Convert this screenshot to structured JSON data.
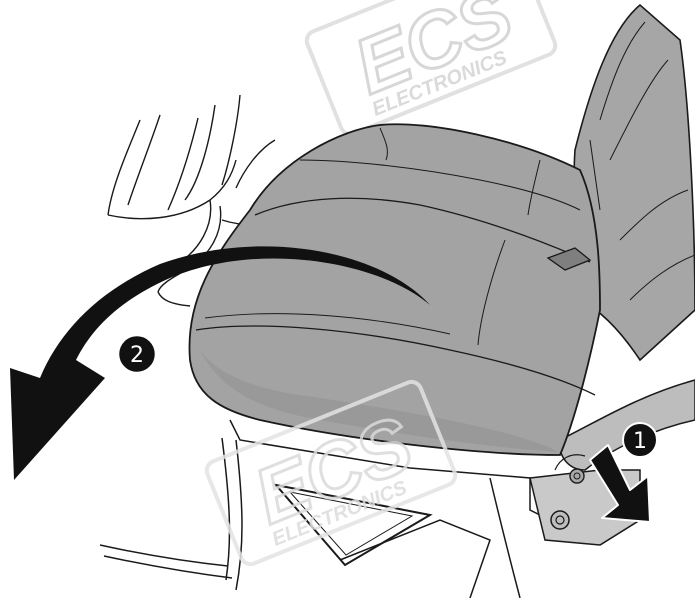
{
  "steps": [
    {
      "label": "1"
    },
    {
      "label": "2"
    }
  ],
  "watermark": {
    "logo": "ECS",
    "text": "ELECTRONICS"
  },
  "colors": {
    "seat_fill": "#a3a3a3",
    "seat_shade": "#8e8e8e",
    "seat_light": "#b5b5b5",
    "outline": "#1a1a1a",
    "arrow": "#111111",
    "badge_fill": "#111111",
    "badge_text": "#ffffff",
    "watermark": "#d6d6d6"
  }
}
